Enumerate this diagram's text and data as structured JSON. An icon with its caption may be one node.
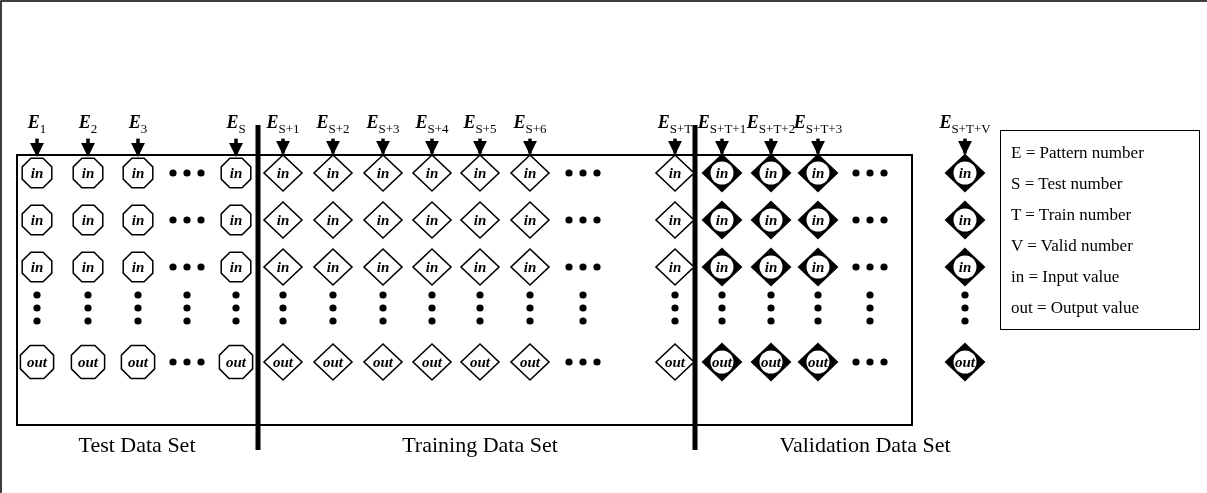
{
  "diagram": {
    "nodes": [
      {
        "text": [
          "E$_{1}$"
        ]
      },
      {
        "text": [
          "E$_{2}$"
        ]
      },
      {
        "text": [
          "E$_{3}$"
        ]
      },
      {
        "text": [
          "E$_{S}$"
        ]
      },
      {
        "text": [
          "E$_{S+1}$"
        ]
      },
      {
        "text": [
          "E$_{S+2}$"
        ]
      },
      {
        "text": [
          "E$_{S+3}$"
        ]
      },
      {
        "text": [
          "E$_{S+4}$"
        ]
      },
      {
        "text": [
          "E$_{S+5}$"
        ]
      },
      {
        "text": [
          "E$_{S+6}$"
        ]
      },
      {
        "text": [
          "E$_{S+T}$"
        ]
      },
      {
        "text": [
          "E$_{S+T+1}$"
        ]
      },
      {
        "text": [
          "E$_{S+T+2}$"
        ]
      },
      {
        "text": [
          "E$_{S+T+3}$"
        ]
      },
      {
        "text": [
          "E$_{S+T+V}$"
        ]
      },
      {
        "text": [
          "in"
        ]
      },
      {
        "text": [
          "in"
        ]
      },
      {
        "text": [
          "in"
        ]
      },
      {
        "text": [
          "in"
        ]
      },
      {
        "text": [
          "in"
        ]
      },
      {
        "text": [
          "in"
        ]
      },
      {
        "text": [
          "in"
        ]
      },
      {
        "text": [
          "in"
        ]
      },
      {
        "text": [
          "in"
        ]
      },
      {
        "text": [
          "in"
        ]
      },
      {
        "text": [
          "in"
        ]
      },
      {
        "text": [
          "in"
        ]
      },
      {
        "text": [
          "in"
        ]
      },
      {
        "text": [
          "in"
        ]
      },
      {
        "text": [
          "in"
        ]
      },
      {
        "text": [
          "in"
        ]
      },
      {
        "text": [
          "in"
        ]
      },
      {
        "text": [
          "in"
        ]
      },
      {
        "text": [
          "in"
        ]
      },
      {
        "text": [
          "in"
        ]
      },
      {
        "text": [
          "in"
        ]
      },
      {
        "text": [
          "in"
        ]
      },
      {
        "text": [
          "in"
        ]
      },
      {
        "text": [
          "in"
        ]
      },
      {
        "text": [
          "in"
        ]
      },
      {
        "text": [
          "in"
        ]
      },
      {
        "text": [
          "in"
        ]
      },
      {
        "text": [
          "in"
        ]
      },
      {
        "text": [
          "in"
        ]
      },
      {
        "text": [
          "in"
        ]
      },
      {
        "text": [
          "in"
        ]
      },
      {
        "text": [
          "in"
        ]
      },
      {
        "text": [
          "in"
        ]
      },
      {
        "text": [
          "in"
        ]
      },
      {
        "text": [
          "in"
        ]
      },
      {
        "text": [
          "in"
        ]
      },
      {
        "text": [
          "in"
        ]
      },
      {
        "text": [
          "in"
        ]
      },
      {
        "text": [
          "in"
        ]
      },
      {
        "text": [
          "in"
        ]
      },
      {
        "text": [
          "in"
        ]
      },
      {
        "text": [
          "in"
        ]
      },
      {
        "text": [
          "in"
        ]
      },
      {
        "text": [
          "in"
        ]
      },
      {
        "text": [
          "in"
        ]
      },
      {
        "text": [
          "out"
        ]
      },
      {
        "text": [
          "out"
        ]
      },
      {
        "text": [
          "out"
        ]
      },
      {
        "text": [
          "out"
        ]
      },
      {
        "text": [
          "out"
        ]
      },
      {
        "text": [
          "out"
        ]
      },
      {
        "text": [
          "out"
        ]
      },
      {
        "text": [
          "out"
        ]
      },
      {
        "text": [
          "out"
        ]
      },
      {
        "text": [
          "out"
        ]
      },
      {
        "text": [
          "out"
        ]
      },
      {
        "text": [
          "out"
        ]
      },
      {
        "text": [
          "out"
        ]
      },
      {
        "text": [
          "out"
        ]
      },
      {
        "text": [
          "out"
        ]
      },
      {
        "text": [
          "E = Pattern number",
          "S = Test number",
          "T = Train number",
          "V = Valid number",
          "in = Input value",
          "out = Output value"
        ]
      }
    ],
    "edges": [
      {
        "from": 0,
        "to": 15,
        "arrow": "to"
      },
      {
        "from": 1,
        "to": 16,
        "arrow": "to"
      },
      {
        "from": 2,
        "to": 17,
        "arrow": "to"
      },
      {
        "from": 3,
        "to": 18,
        "arrow": "to"
      },
      {
        "from": 4,
        "to": 19,
        "arrow": "to"
      },
      {
        "from": 5,
        "to": 20,
        "arrow": "to"
      },
      {
        "from": 6,
        "to": 21,
        "arrow": "to"
      },
      {
        "from": 7,
        "to": 22,
        "arrow": "to"
      },
      {
        "from": 8,
        "to": 23,
        "arrow": "to"
      },
      {
        "from": 9,
        "to": 24,
        "arrow": "to"
      },
      {
        "from": 10,
        "to": 25,
        "arrow": "to"
      },
      {
        "from": 11,
        "to": 26,
        "arrow": "to"
      },
      {
        "from": 12,
        "to": 27,
        "arrow": "to"
      },
      {
        "from": 13,
        "to": 28,
        "arrow": "to"
      },
      {
        "from": 14,
        "to": 29,
        "arrow": "to"
      }
    ],
    "labels": [
      "Test Data Set",
      "Training Data Set",
      "Validation Data Set"
    ]
  }
}
